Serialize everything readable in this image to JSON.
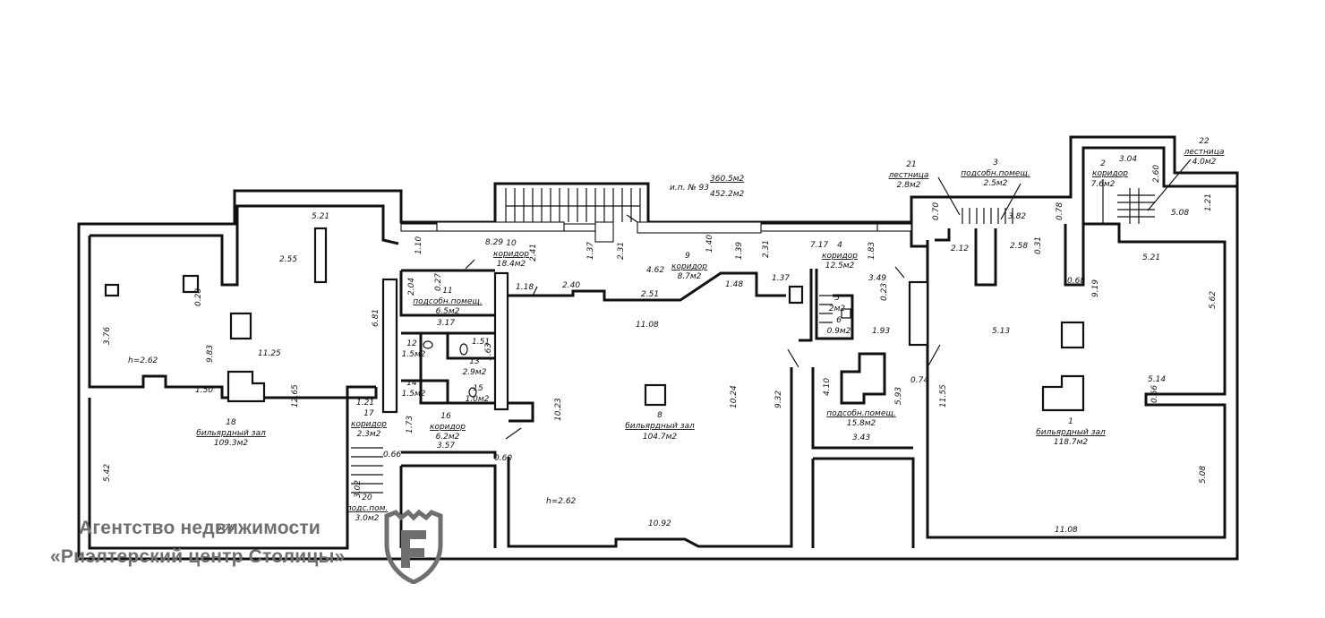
{
  "summary": {
    "number_label": "и.п. № 93",
    "area_1": "360.5м2",
    "area_2": "452.2м2"
  },
  "rooms": [
    {
      "number": "1",
      "name": "бильярдный зал",
      "area": "118.7м2"
    },
    {
      "number": "2",
      "name": "коридор",
      "area": "7.6м2"
    },
    {
      "number": "3",
      "name": "подсобн.помещ.",
      "area": "2.5м2"
    },
    {
      "number": "4",
      "name": "коридор",
      "area": "12.5м2"
    },
    {
      "number": "5",
      "name": "",
      "area": "2м2"
    },
    {
      "number": "6",
      "name": "",
      "area": "0.9м2"
    },
    {
      "number": "8",
      "name": "бильярдный зал",
      "area": "104.7м2"
    },
    {
      "number": "9",
      "name": "коридор",
      "area": "8.7м2"
    },
    {
      "number": "10",
      "name": "коридор",
      "area": "18.4м2"
    },
    {
      "number": "11",
      "name": "подсобн.помещ.",
      "area": "6.5м2"
    },
    {
      "number": "12",
      "name": "",
      "area": "1.5м2"
    },
    {
      "number": "13",
      "name": "",
      "area": "2.9м2"
    },
    {
      "number": "14",
      "name": "",
      "area": "1.5м2"
    },
    {
      "number": "15",
      "name": "",
      "area": "1.0м2"
    },
    {
      "number": "16",
      "name": "коридор",
      "area": "6.2м2"
    },
    {
      "number": "17",
      "name": "коридор",
      "area": "2.3м2"
    },
    {
      "number": "18",
      "name": "бильярдный зал",
      "area": "109.3м2"
    },
    {
      "number": "20",
      "name": "подс.пом.",
      "area": "3.0м2"
    },
    {
      "number": "21",
      "name": "лестница",
      "area": "2.8м2"
    },
    {
      "number": "22",
      "name": "лестница",
      "area": "4.0м2"
    },
    {
      "number": "",
      "name": "подсобн.помещ.",
      "area": "15.8м2"
    }
  ],
  "heights": [
    "h=2.62",
    "h=2.62"
  ],
  "dimensions": [
    "5.21",
    "2.55",
    "1.10",
    "8.29",
    "2.41",
    "1.37",
    "2.31",
    "4.62",
    "1.40",
    "1.39",
    "2.31",
    "7.17",
    "1.83",
    "0.70",
    "2.12",
    "3.82",
    "2.58",
    "0.31",
    "0.78",
    "3.04",
    "2.60",
    "5.08",
    "1.21",
    "5.21",
    "0.68",
    "9.19",
    "5.62",
    "3.76",
    "0.28",
    "9.83",
    "11.25",
    "12.65",
    "1.50",
    "5.42",
    "6.78",
    "2.04",
    "0.27",
    "3.17",
    "6.81",
    "1.18",
    "2.40",
    "2.51",
    "1.48",
    "11.08",
    "1.37",
    "3.49",
    "0.23",
    "1.93",
    "5.13",
    "1.51",
    "1.63",
    "1.73",
    "1.21",
    "3.57",
    "0.66",
    "0.60",
    "10.23",
    "10.24",
    "9.32",
    "4.10",
    "5.93",
    "0.74",
    "11.55",
    "5.14",
    "0.66",
    "3.43",
    "3.02",
    "10.92",
    "11.08",
    "5.08"
  ],
  "watermark": {
    "line1": "Агентство недвижимости",
    "line2": "«Риэлтерский центр Столицы»"
  },
  "colors": {
    "lines": "#111111",
    "watermark": "#6f6f6f",
    "background": "#ffffff"
  },
  "icons": [
    "agency-shield-logo"
  ]
}
